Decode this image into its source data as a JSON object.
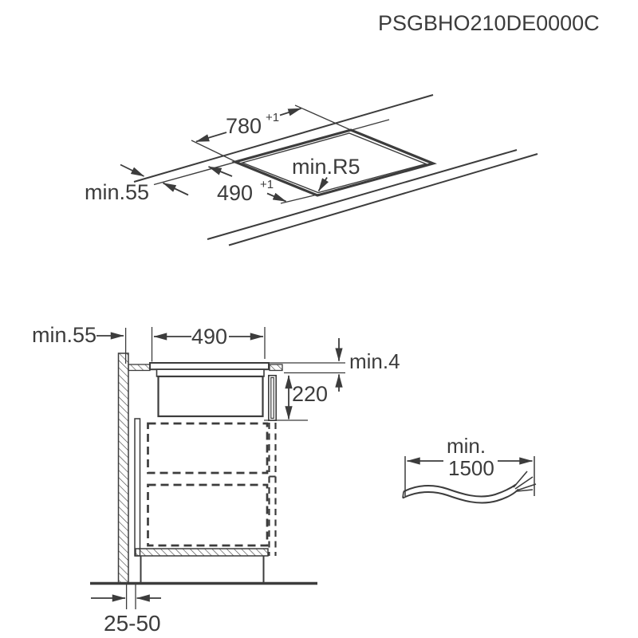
{
  "title": "PSGBHO210DE0000C",
  "colors": {
    "line": "#3c3c3c",
    "background": "#ffffff"
  },
  "top_view": {
    "width": {
      "value": "780",
      "tolerance": "+1"
    },
    "depth": {
      "value": "490",
      "tolerance": "+1"
    },
    "edge_clearance": "min.55",
    "corner_radius": "min.R5"
  },
  "section_view": {
    "wall_clearance": "min.55",
    "cutout_width": "490",
    "top_clearance": "min.4",
    "build_in_depth": "220",
    "rear_gap": "25-50"
  },
  "cable": {
    "label": "min.",
    "length": "1500"
  }
}
